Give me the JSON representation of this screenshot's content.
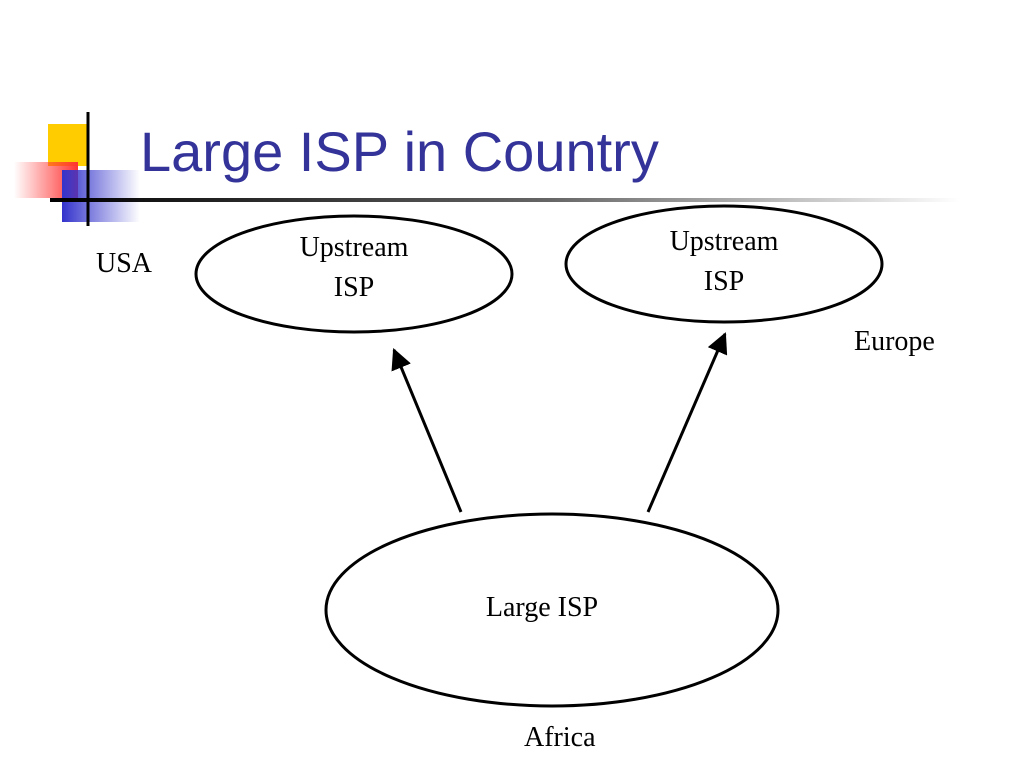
{
  "slide": {
    "title": "Large ISP in Country",
    "accent_colors": {
      "title": "#333399",
      "yellow": "#FFCC00",
      "red": "#FF3333",
      "blue": "#3333CC",
      "rule": "#000000"
    }
  },
  "diagram": {
    "nodes": [
      {
        "id": "upstream-usa",
        "lines": [
          "Upstream",
          "ISP"
        ],
        "region": "USA"
      },
      {
        "id": "upstream-europe",
        "lines": [
          "Upstream",
          "ISP"
        ],
        "region": "Europe"
      },
      {
        "id": "large-isp",
        "lines": [
          "Large ISP"
        ],
        "region": "Africa"
      }
    ],
    "edges": [
      {
        "from": "large-isp",
        "to": "upstream-usa"
      },
      {
        "from": "large-isp",
        "to": "upstream-europe"
      }
    ]
  }
}
